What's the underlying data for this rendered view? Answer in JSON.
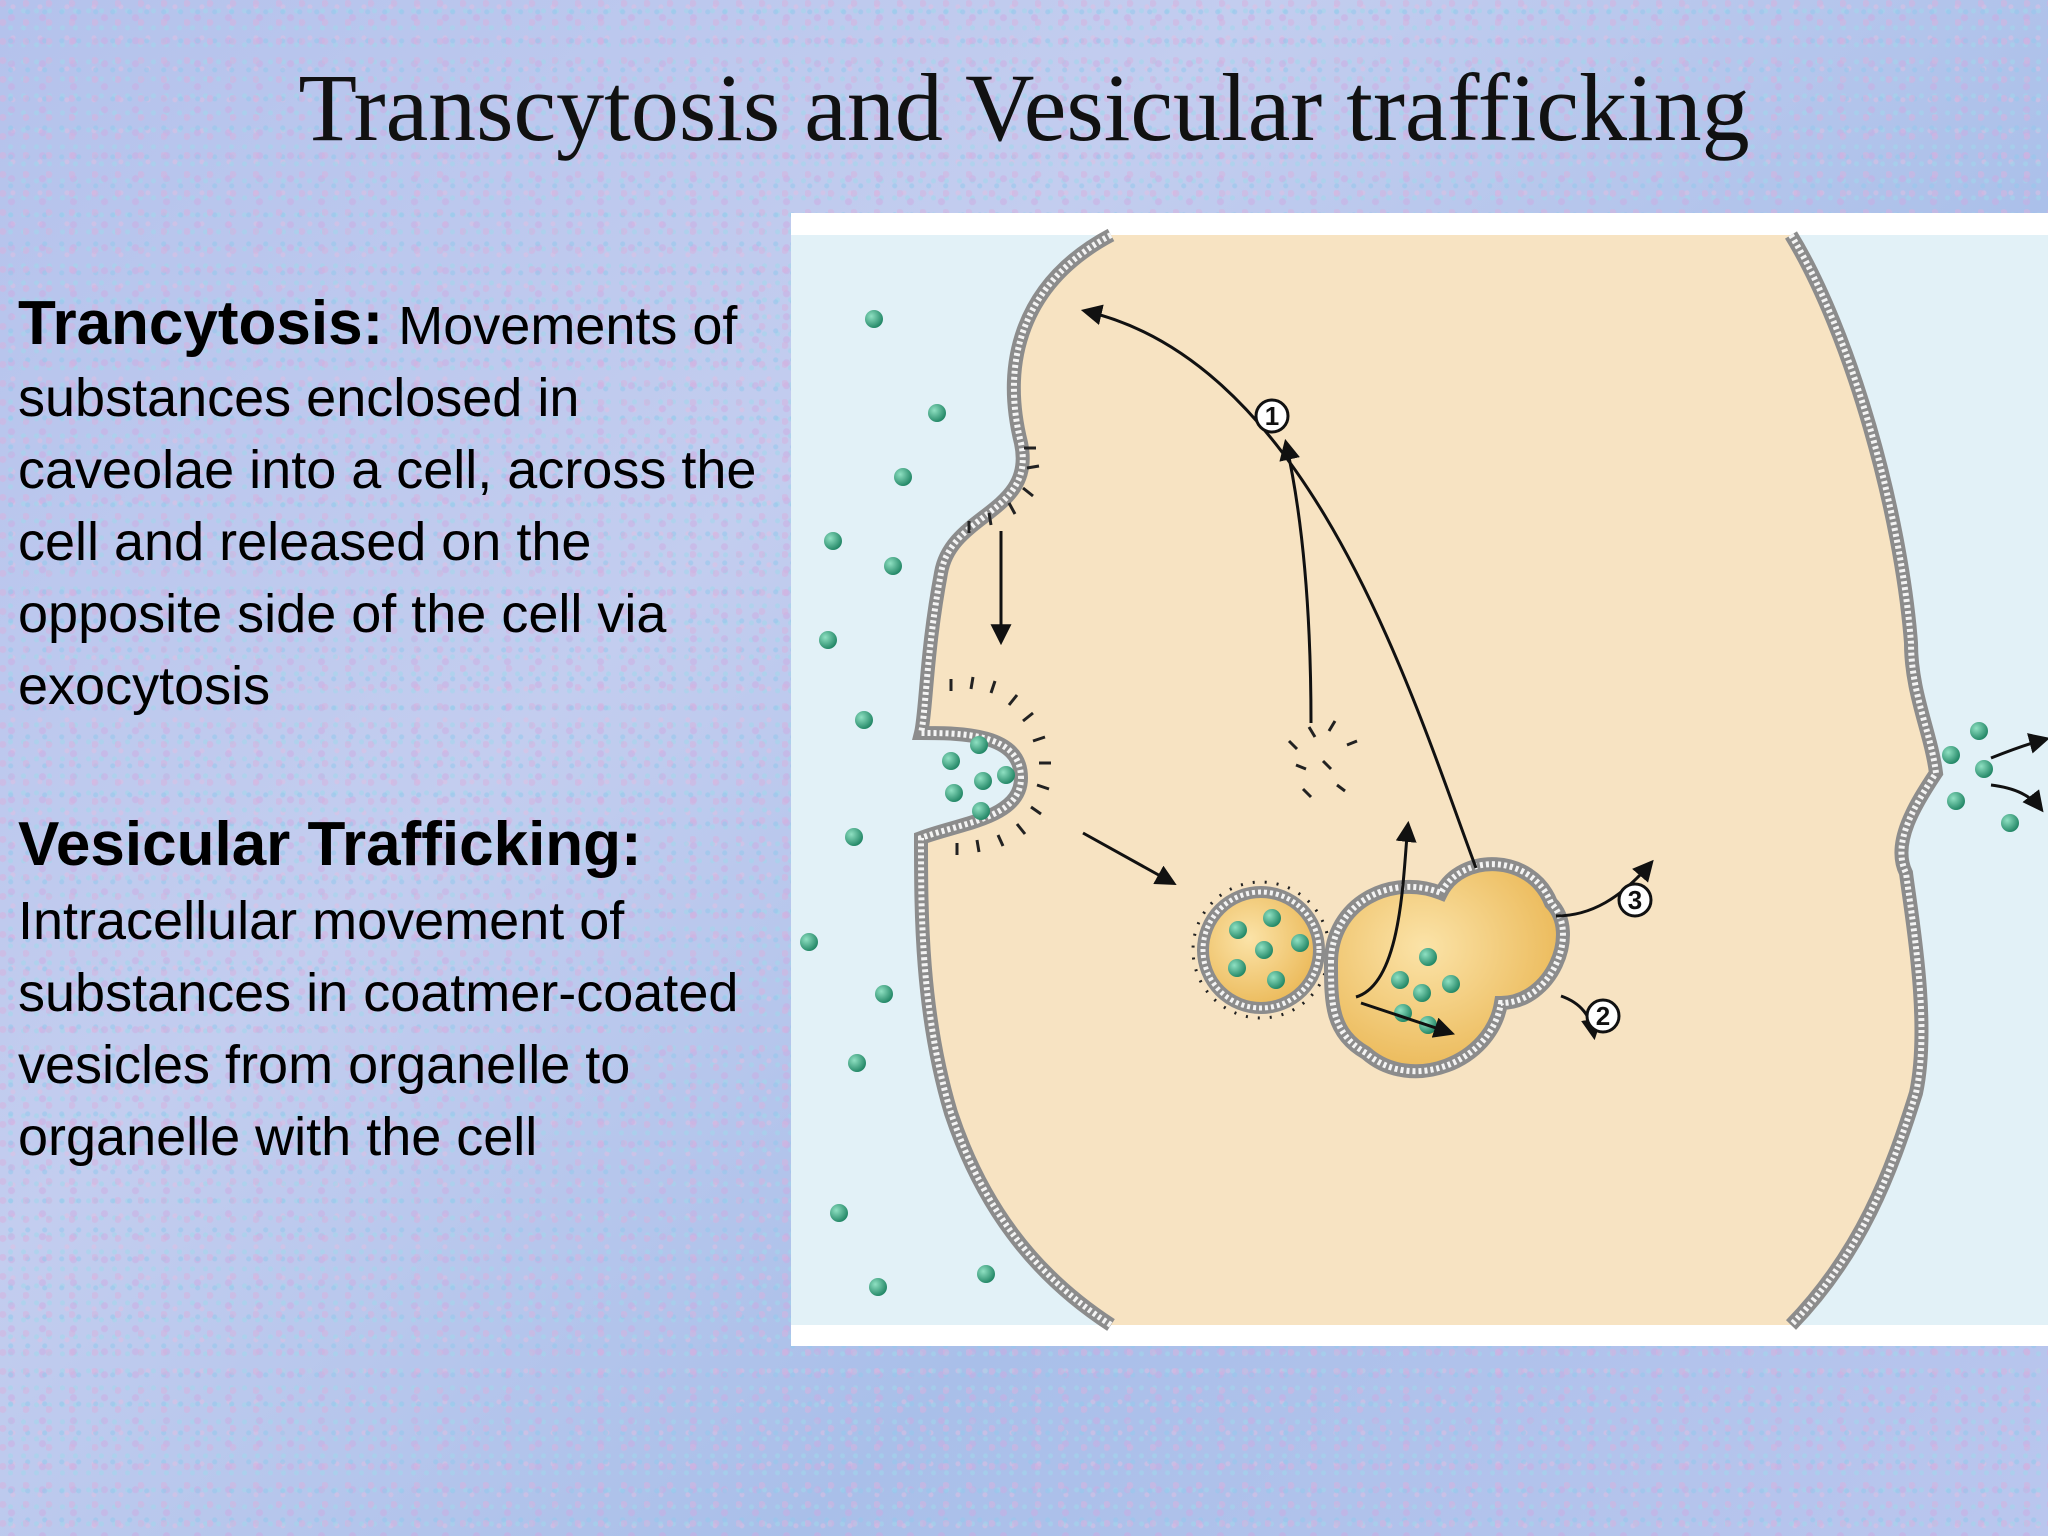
{
  "title": "Transcytosis and Vesicular trafficking",
  "transcytosis": {
    "term": "Trancytosis",
    "separator": ":",
    "definition": " Movements of substances enclosed in caveolae into a cell, across the cell and released on  the opposite side of the cell via exocytosis"
  },
  "vesicular": {
    "term": "Vesicular Trafficking:",
    "definition": "Intracellular movement of substances in coatmer-coated vesicles from organelle to  organelle with the cell"
  },
  "diagram": {
    "labels": {
      "one": "1",
      "two": "2",
      "three": "3"
    },
    "colors": {
      "extracellular": "#e2f1f7",
      "cytoplasm": "#f7e3c2",
      "membrane": "#8c8c8c",
      "particle": "#2e9b78",
      "vesicle_lumen": "#f1c873"
    }
  }
}
